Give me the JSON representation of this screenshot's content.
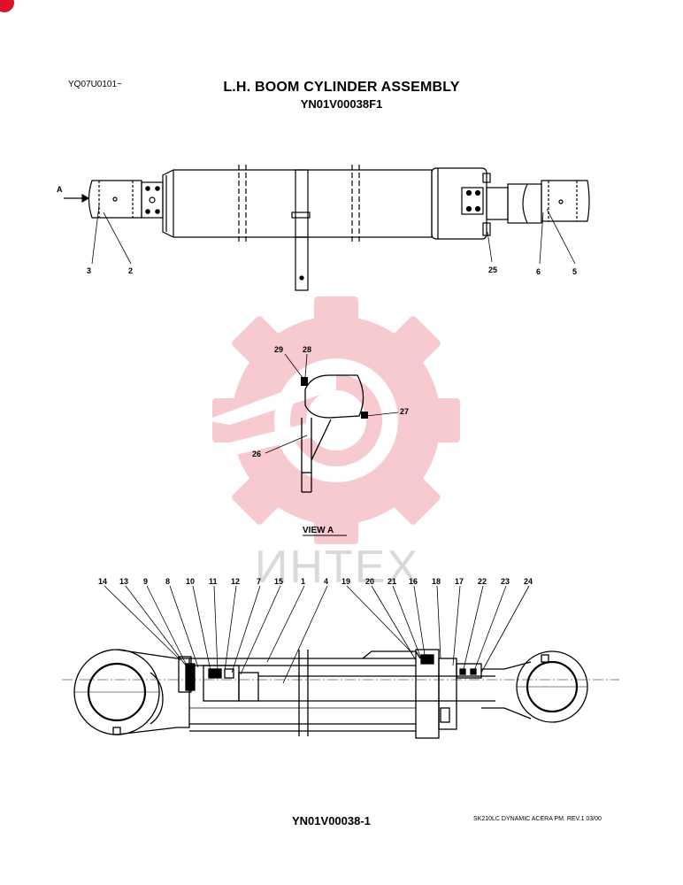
{
  "header": {
    "doc_code": "YQ07U0101~",
    "title": "L.H. BOOM CYLINDER ASSEMBLY",
    "subtitle": "YN01V00038F1"
  },
  "top_view": {
    "arrow_label": "A",
    "callouts": [
      "3",
      "2",
      "25",
      "6",
      "5"
    ]
  },
  "view_a": {
    "label": "VIEW   A",
    "callouts": [
      "29",
      "28",
      "27",
      "26"
    ]
  },
  "section_view": {
    "callouts": [
      "14",
      "13",
      "9",
      "8",
      "10",
      "11",
      "12",
      "7",
      "15",
      "1",
      "4",
      "19",
      "20",
      "21",
      "16",
      "18",
      "17",
      "22",
      "23",
      "24"
    ]
  },
  "watermark": {
    "text": "ИНТЕХ",
    "logo": "gear-logo",
    "color": "#f2b3b8"
  },
  "footer": {
    "drawing_id": "YN01V00038-1",
    "model_info": "SK210LC DYNAMIC ACERA PM.  REV.1 03/00"
  }
}
